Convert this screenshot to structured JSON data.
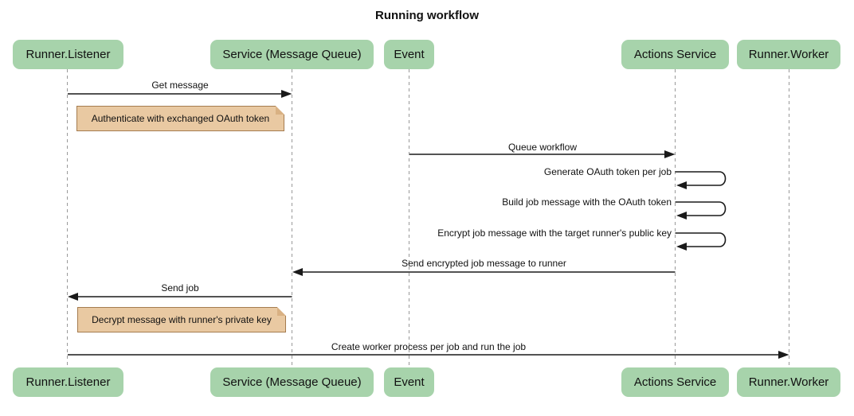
{
  "title": "Running workflow",
  "colors": {
    "actor_fill": "#A7D3AB",
    "note_fill": "#E9C9A2",
    "note_border": "#A57C4F",
    "note_flap": "#D9B183",
    "line_color": "#1A1A1A",
    "lifeline_color": "#999999"
  },
  "diagram": {
    "type": "sequence",
    "actors": [
      {
        "name": "Runner.Listener"
      },
      {
        "name": "Service (Message Queue)"
      },
      {
        "name": "Event"
      },
      {
        "name": "Actions Service"
      },
      {
        "name": "Runner.Worker"
      }
    ],
    "messages": [
      {
        "label": "Get message",
        "from": "Runner.Listener",
        "to": "Service (Message Queue)",
        "kind": "solid-arrow"
      },
      {
        "label": "Queue workflow",
        "from": "Event",
        "to": "Actions Service",
        "kind": "solid-arrow"
      },
      {
        "label": "Generate OAuth token per job",
        "from": "Actions Service",
        "to": "Actions Service",
        "kind": "self-loop"
      },
      {
        "label": "Build job message with the OAuth token",
        "from": "Actions Service",
        "to": "Actions Service",
        "kind": "self-loop"
      },
      {
        "label": "Encrypt job message with the target runner's public key",
        "from": "Actions Service",
        "to": "Actions Service",
        "kind": "self-loop"
      },
      {
        "label": "Send encrypted job message to runner",
        "from": "Actions Service",
        "to": "Service (Message Queue)",
        "kind": "solid-arrow"
      },
      {
        "label": "Send job",
        "from": "Service (Message Queue)",
        "to": "Runner.Listener",
        "kind": "solid-arrow"
      },
      {
        "label": "Create worker process per job and run the job",
        "from": "Runner.Listener",
        "to": "Runner.Worker",
        "kind": "solid-arrow"
      }
    ],
    "notes": [
      {
        "label": "Authenticate with exchanged OAuth token",
        "position": "right of Runner.Listener"
      },
      {
        "label": "Decrypt message with runner's private key",
        "position": "right of Runner.Listener"
      }
    ]
  }
}
